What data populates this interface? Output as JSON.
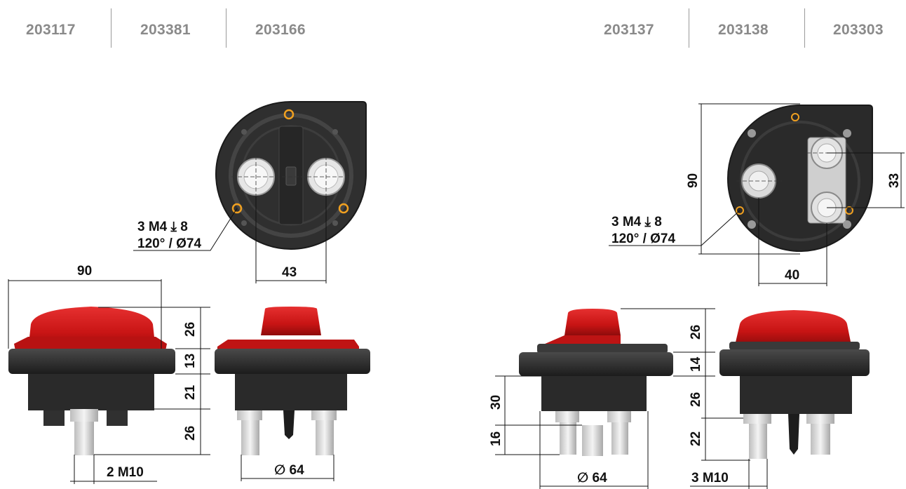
{
  "product_codes": {
    "left": [
      "203117",
      "203381",
      "203166"
    ],
    "right": [
      "203137",
      "203138",
      "203303"
    ]
  },
  "left_views": {
    "mount_spec_line1": "3 M4 ⤓ 8",
    "mount_spec_line2": "120° / Ø74",
    "spacing": "43",
    "width": "90",
    "height_knob": "26",
    "height_base": "13",
    "height_body": "21",
    "height_studs": "26",
    "stud_spec": "2 M10",
    "diameter": "∅ 64"
  },
  "right_views": {
    "mount_spec_line1": "3 M4 ⤓ 8",
    "mount_spec_line2": "120° / Ø74",
    "height_total": "90",
    "spacing_vertical": "33",
    "spacing_horizontal": "40",
    "height_knob": "26",
    "height_base": "14",
    "height_body_left": "30",
    "height_studs_left": "16",
    "height_body_right": "26",
    "height_studs_right": "22",
    "diameter": "∅ 64",
    "stud_spec": "3 M10"
  },
  "colors": {
    "code_text": "#8a8a8a",
    "knob_red": "#d11a1a",
    "body_black": "#2b2b2b",
    "ring_orange": "#f0a020",
    "terminal_grey": "#d8d8d8"
  }
}
